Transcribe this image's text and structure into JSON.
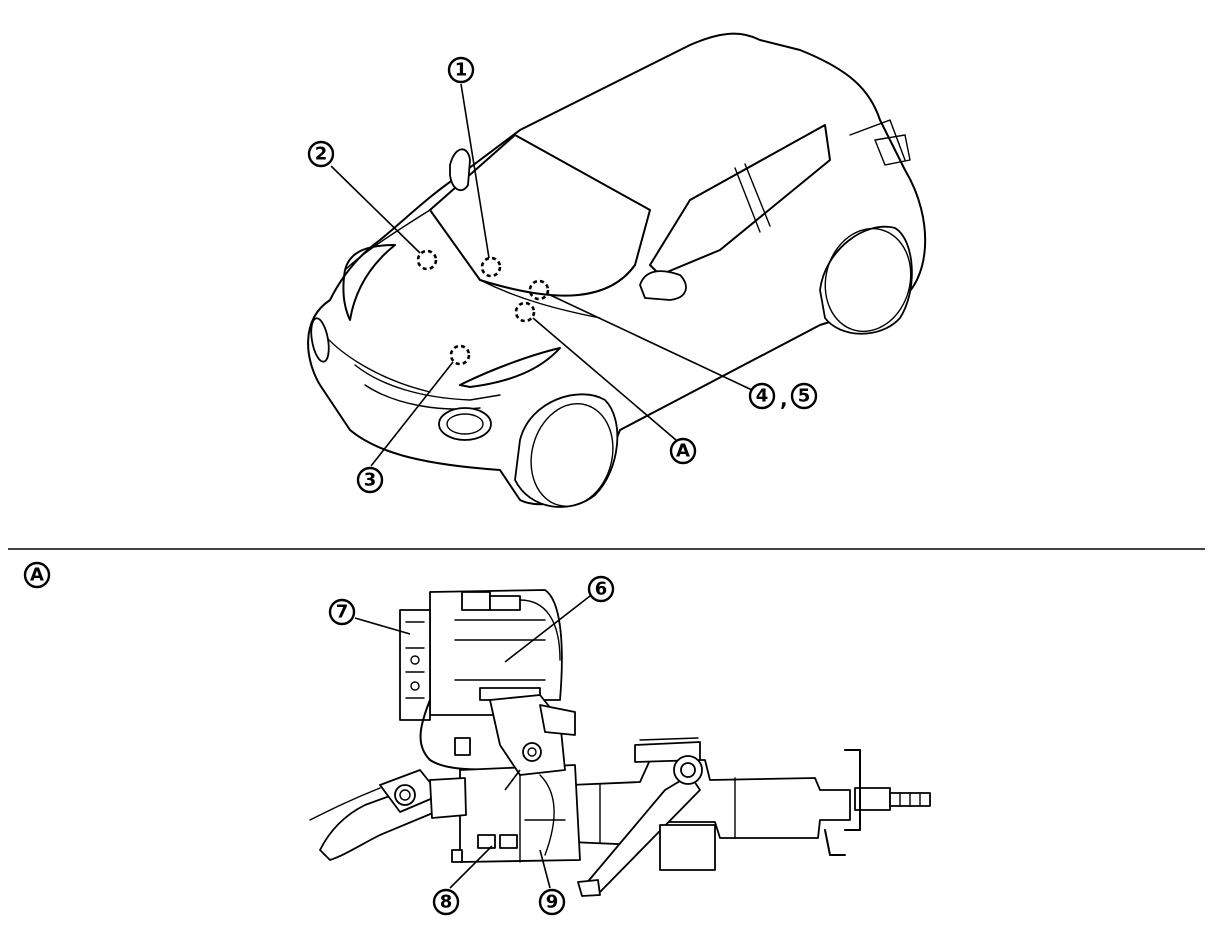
{
  "callouts": {
    "c1": "1",
    "c2": "2",
    "c3": "3",
    "c4": "4",
    "c5": "5",
    "c4_5_separator": ",",
    "cA": "A",
    "cA_view": "A",
    "c6": "6",
    "c7": "7",
    "c8": "8",
    "c9": "9"
  }
}
